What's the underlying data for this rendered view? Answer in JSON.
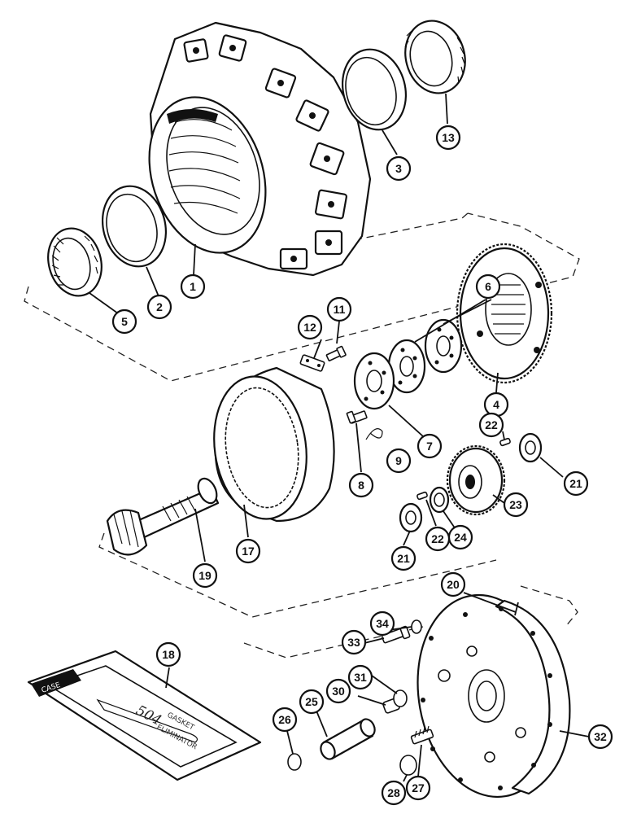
{
  "callouts": {
    "c1": "1",
    "c2": "2",
    "c3": "3",
    "c4": "4",
    "c5": "5",
    "c6": "6",
    "c7": "7",
    "c8": "8",
    "c9": "9",
    "c11": "11",
    "c12": "12",
    "c13": "13",
    "c17": "17",
    "c18": "18",
    "c19": "19",
    "c20": "20",
    "c21a": "21",
    "c21b": "21",
    "c22a": "22",
    "c22b": "22",
    "c23": "23",
    "c24": "24",
    "c25": "25",
    "c26": "26",
    "c27": "27",
    "c28": "28",
    "c30": "30",
    "c31": "31",
    "c32": "32",
    "c33": "33",
    "c34": "34"
  },
  "kit": {
    "code": "504",
    "line1": "GASKET",
    "line2": "ELIMINATOR"
  }
}
